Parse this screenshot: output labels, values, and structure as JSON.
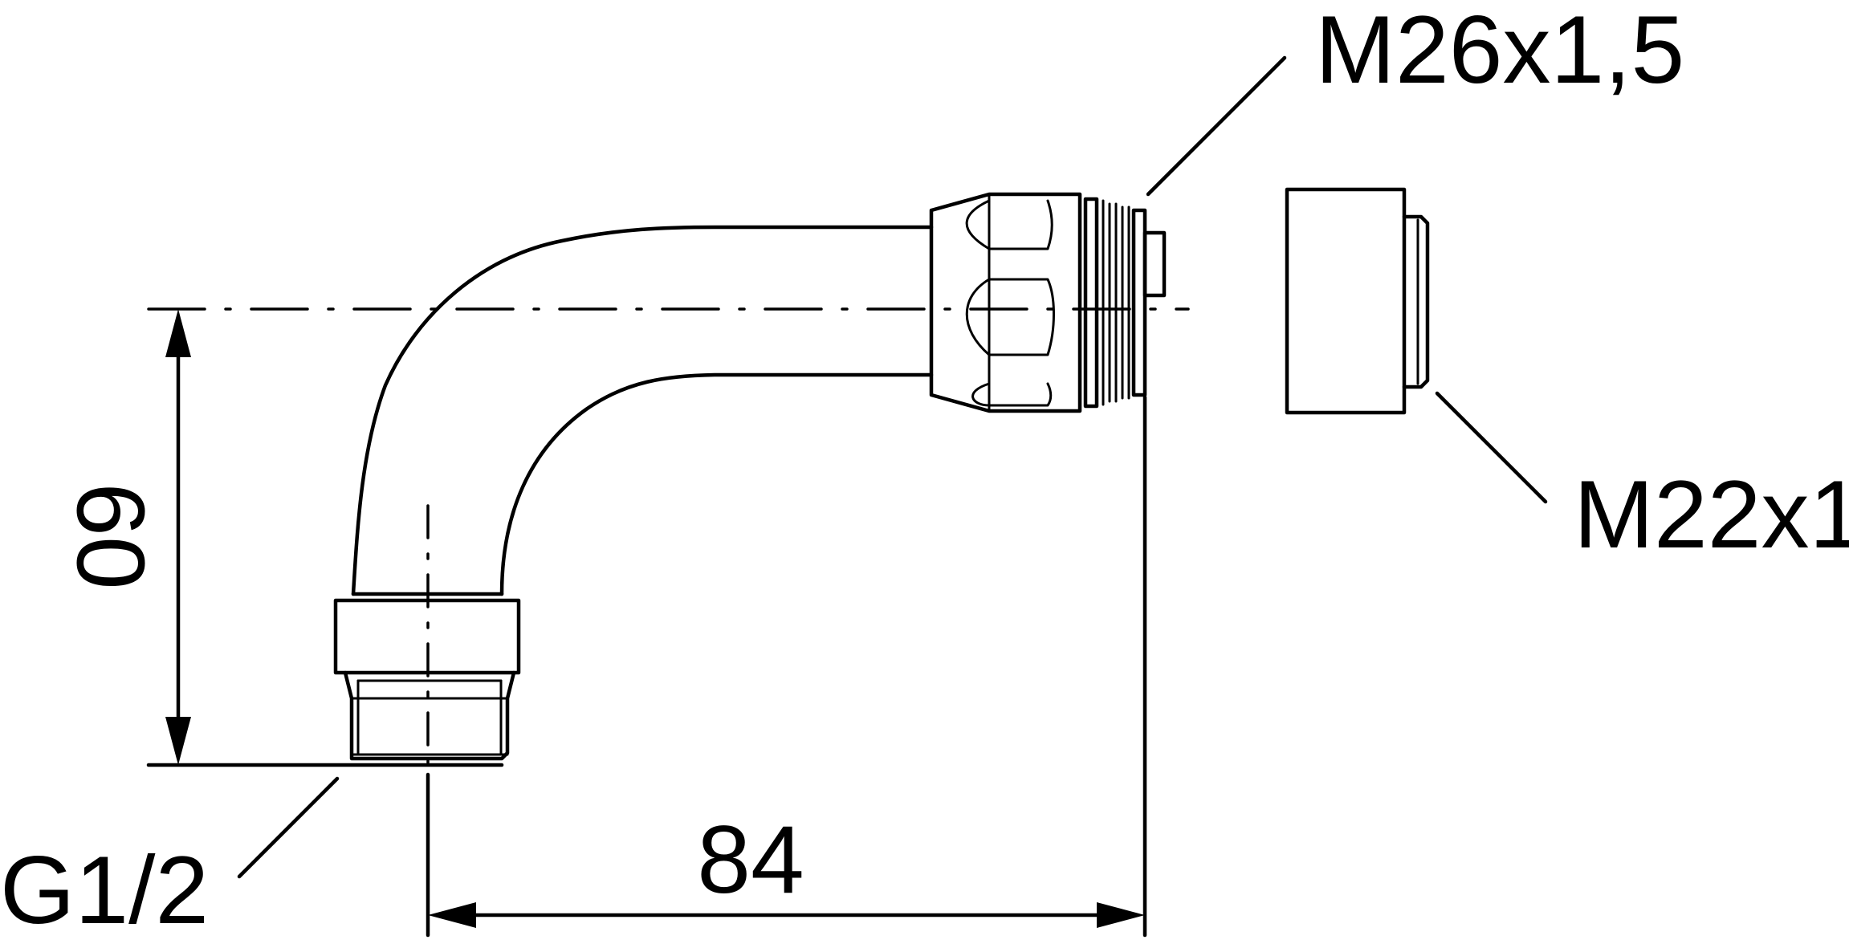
{
  "labels": {
    "thread_outlet": "M26x1,5",
    "thread_aerator": "M22x1",
    "thread_inlet": "G1/2",
    "dim_horizontal": "84",
    "dim_vertical": "60"
  },
  "colors": {
    "line": "#000000",
    "background": "#ffffff"
  }
}
